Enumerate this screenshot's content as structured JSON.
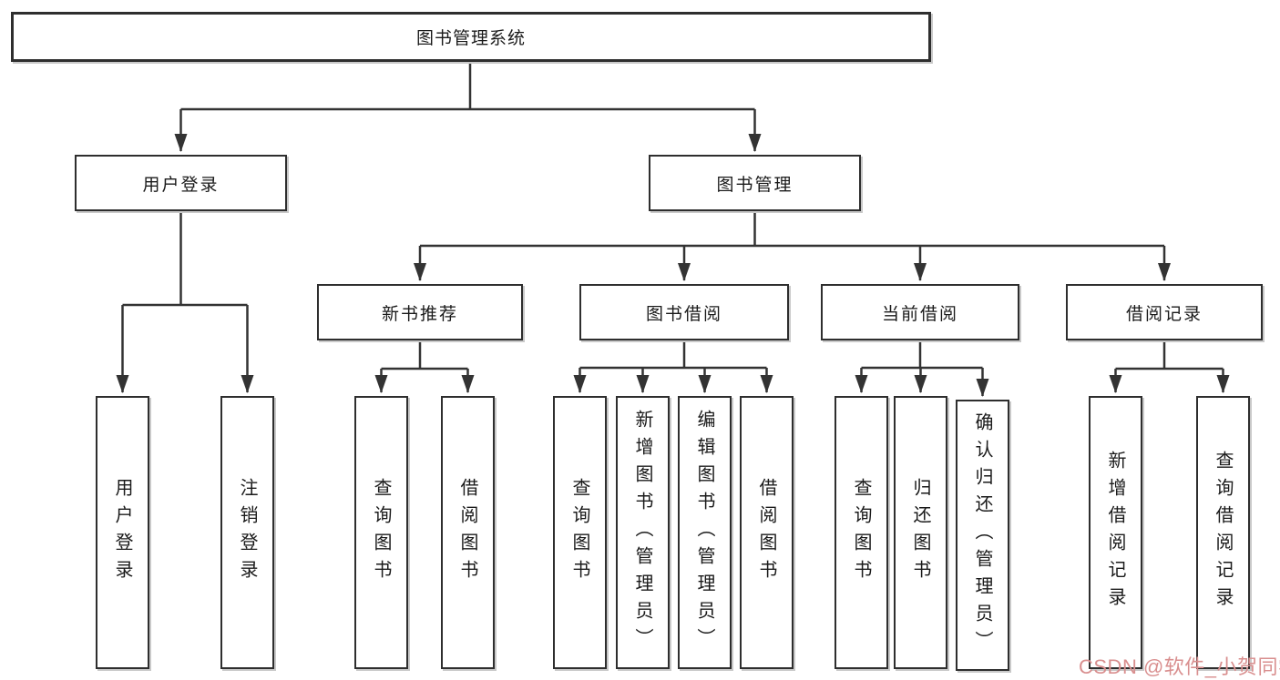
{
  "diagram_title": "图书管理系统",
  "tree": {
    "root": {
      "label": "图书管理系统"
    },
    "branches": [
      {
        "label": "用户登录",
        "children": [
          {
            "label": "用户登录"
          },
          {
            "label": "注销登录"
          }
        ]
      },
      {
        "label": "图书管理",
        "children": [
          {
            "label": "新书推荐",
            "children": [
              {
                "label": "查询图书"
              },
              {
                "label": "借阅图书"
              }
            ]
          },
          {
            "label": "图书借阅",
            "children": [
              {
                "label": "查询图书"
              },
              {
                "label": "新增图书（管理员）"
              },
              {
                "label": "编辑图书（管理员）"
              },
              {
                "label": "借阅图书"
              }
            ]
          },
          {
            "label": "当前借阅",
            "children": [
              {
                "label": "查询图书"
              },
              {
                "label": "归还图书"
              },
              {
                "label": "确认归还（管理员）"
              }
            ]
          },
          {
            "label": "借阅记录",
            "children": [
              {
                "label": "新增借阅记录"
              },
              {
                "label": "查询借阅记录"
              }
            ]
          }
        ]
      }
    ]
  },
  "watermark": {
    "text": "CSDN @软件_小贺同学",
    "color": "#d98f8f"
  },
  "colors": {
    "line": "#333333",
    "border": "#2e2e2e",
    "text": "#1a1a1a",
    "background": "#ffffff"
  }
}
